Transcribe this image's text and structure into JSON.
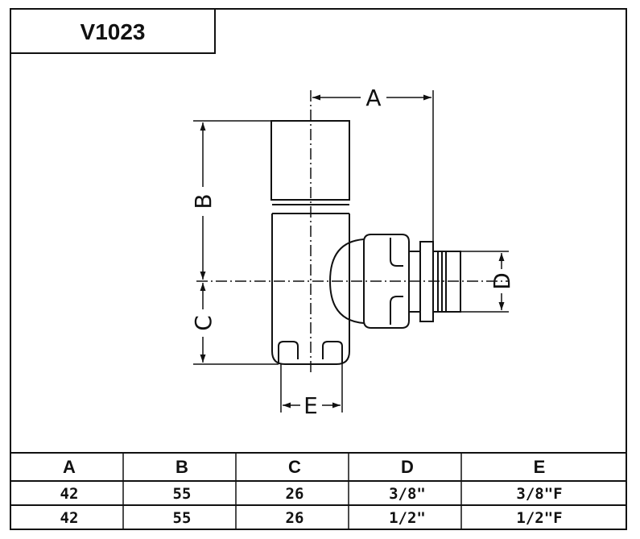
{
  "title": "V1023",
  "dimension_labels": {
    "a": "A",
    "b": "B",
    "c": "C",
    "d": "D",
    "e": "E"
  },
  "table": {
    "headers": [
      "A",
      "B",
      "C",
      "D",
      "E"
    ],
    "rows": [
      [
        "42",
        "55",
        "26",
        "3/8\"",
        "3/8\"F"
      ],
      [
        "42",
        "55",
        "26",
        "1/2\"",
        "1/2\"F"
      ]
    ]
  }
}
